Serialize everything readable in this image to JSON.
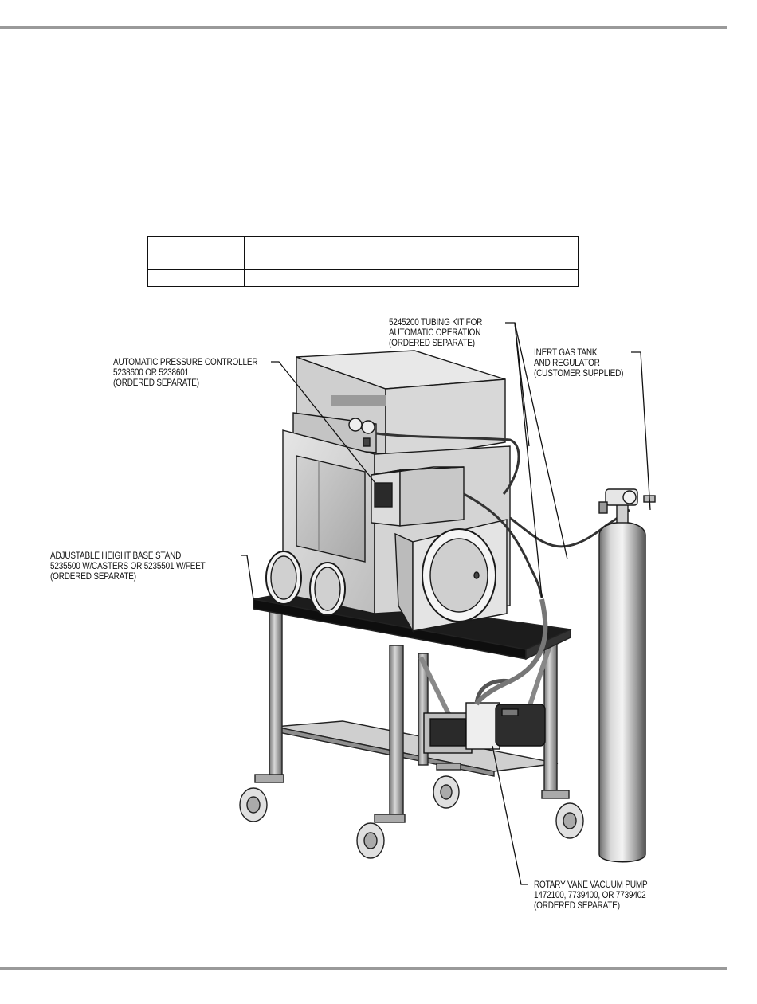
{
  "table": {
    "rows": [
      [
        "",
        ""
      ],
      [
        "",
        ""
      ],
      [
        "",
        ""
      ]
    ]
  },
  "callouts": {
    "tubing_kit": [
      "5245200 TUBING KIT FOR",
      "AUTOMATIC OPERATION",
      "(ORDERED SEPARATE)"
    ],
    "controller": [
      "AUTOMATIC PRESSURE CONTROLLER",
      "5238600 OR 5238601",
      "(ORDERED SEPARATE)"
    ],
    "gas_tank": [
      "INERT GAS TANK",
      "AND REGULATOR",
      "(CUSTOMER SUPPLIED)"
    ],
    "base_stand": [
      "ADJUSTABLE HEIGHT BASE STAND",
      "5235500 W/CASTERS OR 5235501 W/FEET",
      "(ORDERED SEPARATE)"
    ],
    "vacuum_pump": [
      "ROTARY VANE VACUUM PUMP",
      "1472100, 7739400, OR 7739402",
      "(ORDERED SEPARATE)"
    ]
  }
}
